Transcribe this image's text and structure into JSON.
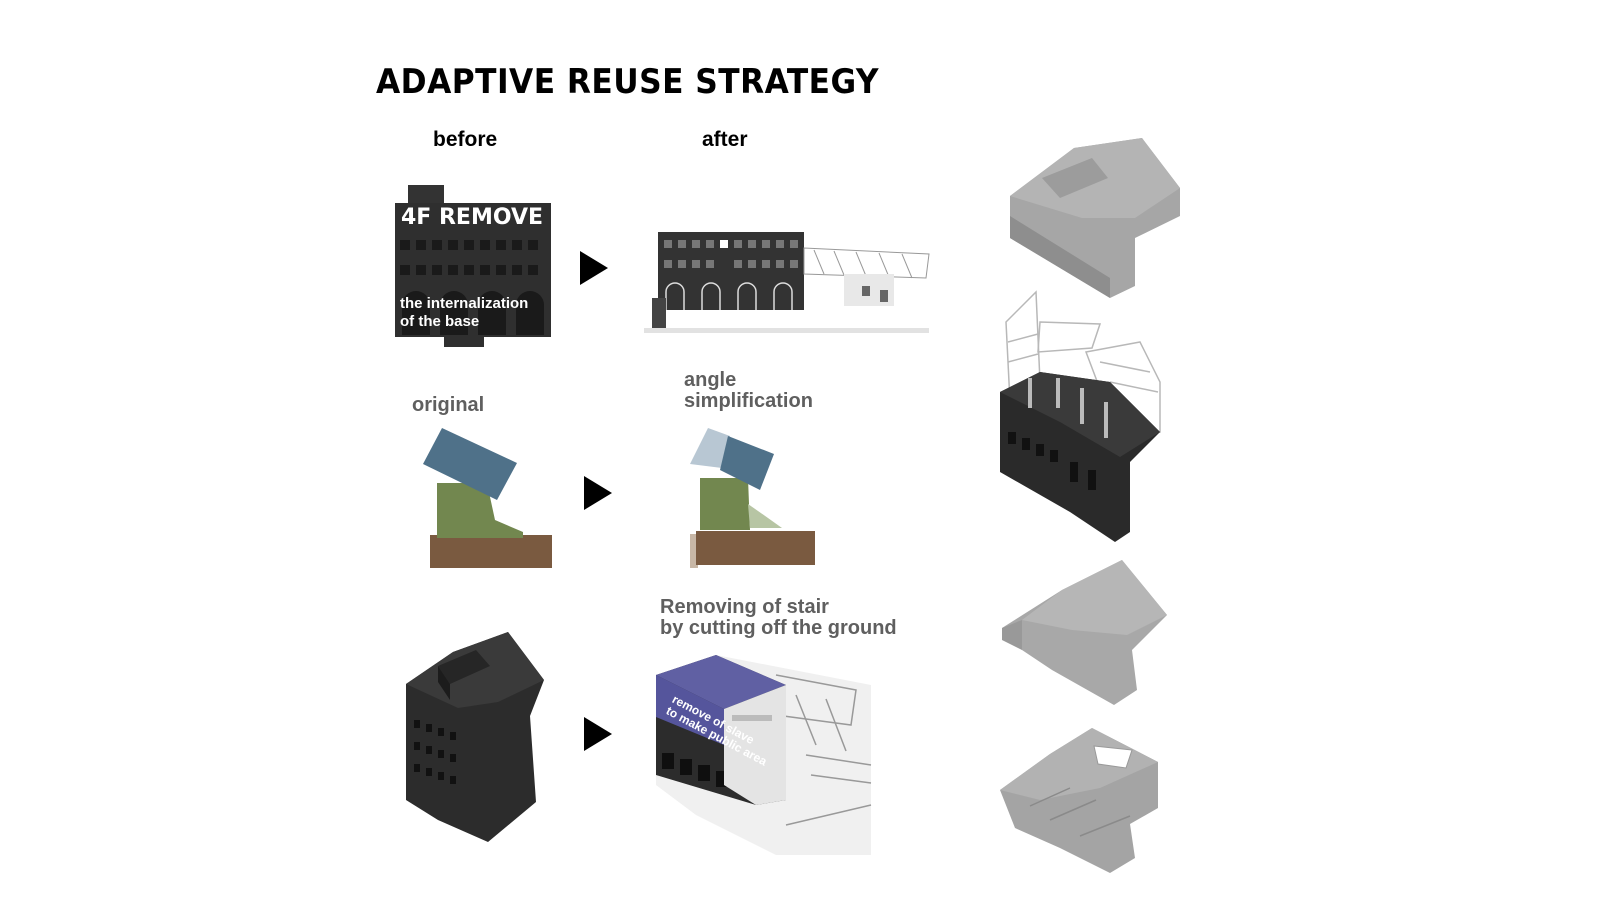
{
  "title": "ADAPTIVE REUSE STRATEGY",
  "columns": {
    "before": "before",
    "after": "after"
  },
  "row1": {
    "badge": "4F REMOVE",
    "caption_line1": "the internalization",
    "caption_line2": "of the base"
  },
  "row2": {
    "before_label": "original",
    "after_label_line1": "angle",
    "after_label_line2": "simplification"
  },
  "row3": {
    "after_label_line1": "Removing of stair",
    "after_label_line2": "by cutting off the ground",
    "overlay_line1": "remove of slave",
    "overlay_line2": "to make public area"
  },
  "colors": {
    "roof_blue": "#4f7189",
    "wall_green": "#72874f",
    "ground_brown": "#7a5a40",
    "building_dark": "#2f2f2f",
    "massing_grey": "#9d9d9d",
    "overlay_purple": "#5a5aa8"
  },
  "icons": [
    "arrow-right-icon"
  ]
}
